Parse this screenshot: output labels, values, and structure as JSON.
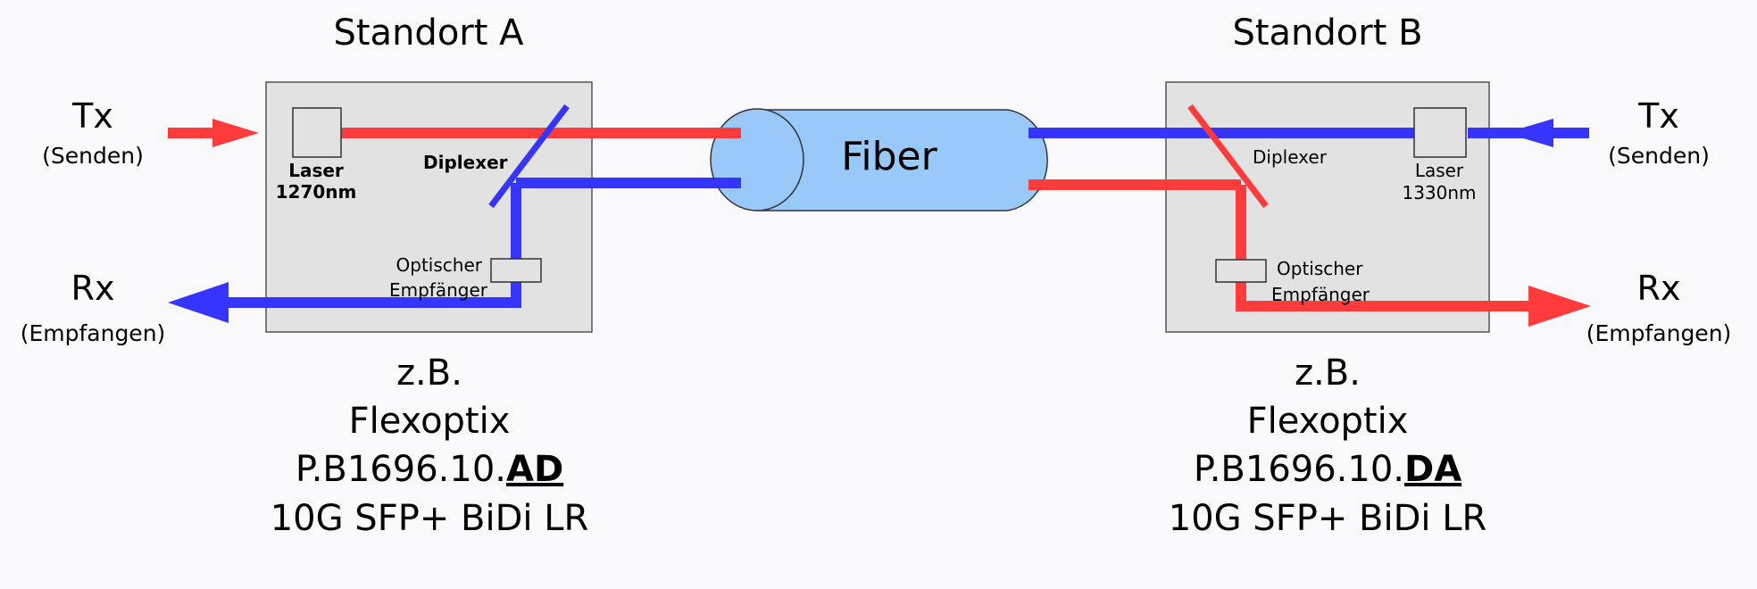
{
  "site_a": {
    "title": "Standort A",
    "tx": {
      "label": "Tx",
      "sub": "(Senden)"
    },
    "rx": {
      "label": "Rx",
      "sub": "(Empfangen)"
    },
    "laser": {
      "label": "Laser",
      "wavelength": "1270nm"
    },
    "diplexer": "Diplexer",
    "receiver": {
      "line1": "Optischer",
      "line2": "Empfänger"
    },
    "module": {
      "line1": "z.B.",
      "line2": "Flexoptix",
      "line3_prefix": "P.B1696.10.",
      "line3_suffix": "AD",
      "line4": "10G SFP+ BiDi LR"
    }
  },
  "site_b": {
    "title": "Standort B",
    "tx": {
      "label": "Tx",
      "sub": "(Senden)"
    },
    "rx": {
      "label": "Rx",
      "sub": "(Empfangen)"
    },
    "laser": {
      "label": "Laser",
      "wavelength": "1330nm"
    },
    "diplexer": "Diplexer",
    "receiver": {
      "line1": "Optischer",
      "line2": "Empfänger"
    },
    "module": {
      "line1": "z.B.",
      "line2": "Flexoptix",
      "line3_prefix": "P.B1696.10.",
      "line3_suffix": "DA",
      "line4": "10G SFP+ BiDi LR"
    }
  },
  "fiber": {
    "label": "Fiber"
  },
  "colors": {
    "tx_a_signal": "#ff3b3b",
    "tx_b_signal": "#3535ff",
    "fiber_fill": "#99c9f9",
    "box_fill": "#e2e2e2"
  }
}
